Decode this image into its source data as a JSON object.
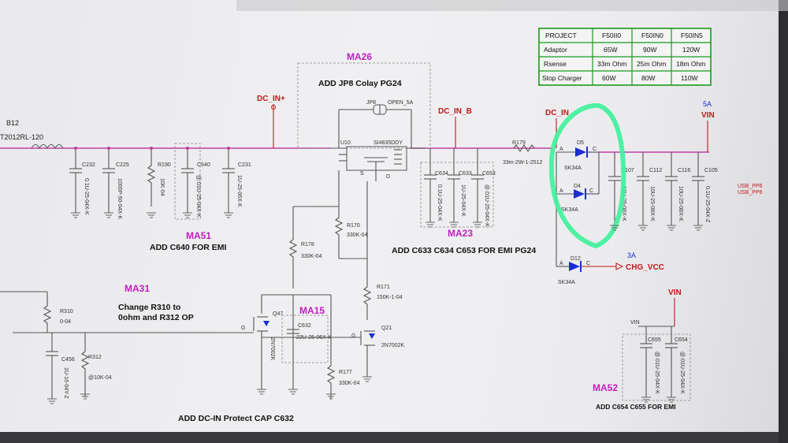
{
  "table": {
    "headers": [
      "PROJECT",
      "F50II0",
      "F50IN0",
      "F50IN5"
    ],
    "rows": [
      [
        "Adaptor",
        "65W",
        "90W",
        "120W"
      ],
      [
        "Rsense",
        "33m Ohm",
        "25m Ohm",
        "18m Ohm"
      ],
      [
        "Stop Charger",
        "60W",
        "80W",
        "110W"
      ]
    ]
  },
  "markers": {
    "ma26": "MA26",
    "ma51": "MA51",
    "ma23": "MA23",
    "ma31": "MA31",
    "ma15": "MA15",
    "ma52": "MA52"
  },
  "notes": {
    "jp8": "ADD JP8 Colay PG24",
    "c640": "ADD C640 FOR EMI",
    "c633": "ADD C633 C634 C653 FOR EMI PG24",
    "r310_line1": "Change R310 to",
    "r310_line2": "0ohm and R312 OP",
    "c632": "ADD DC-IN Protect CAP C632",
    "c654": "ADD C654 C655 FOR EMI"
  },
  "nets": {
    "dc_in_plus": "DC_IN+",
    "dc_in_b": "DC_IN_B",
    "dc_in": "DC_IN",
    "vin": "VIN",
    "vin_current": "5A",
    "chg_vcc": "CHG_VCC",
    "chg_current": "3A",
    "vin2": "VIN",
    "vin_small": "VIN",
    "usb_p6": "USB_PP6",
    "usb_p6b": "USB_PP6"
  },
  "parts": {
    "b12": "B12",
    "b12_val": "T2012RL-120",
    "c232": "C232",
    "c232_val": "0.1U-25-04X-K",
    "c225": "C225",
    "c225_val": "1000P-50-04X-K",
    "r190": "R190",
    "r190_val": "10K-04",
    "c640": "C640",
    "c640_val": "@.01U-25-04X-K",
    "c231": "C231",
    "c231_val": "1U-25-06X-K",
    "jp8": "JP8",
    "jp8_val": "OPEN_5A",
    "u10": "U10",
    "u10_val": "SI4835DDY",
    "c634": "C634",
    "c634_val": "0.1U-25-04X-K",
    "c633": "C633",
    "c633_val": "1U-25-04X-K",
    "c653": "C653",
    "c653_val": "@.01U-25-04X-K",
    "r179": "R179",
    "r179_val": "33m-2W-1-2512",
    "d5": "D5",
    "d5_val": "SK34A",
    "d4": "D4",
    "d4_val": "SK34A",
    "d12": "D12",
    "d12_val": "SK34A",
    "c107": "C107",
    "c107_val": "10U-25-08X-K",
    "c112": "C112",
    "c112_val": "10U-25-08X-K",
    "c116": "C116",
    "c116_val": "10U-25-08X-K",
    "c105": "C105",
    "c105_val": "0.1U-25-04X-Z",
    "r170": "R170",
    "r170_val": "330K-04",
    "r178": "R178",
    "r178_val": "330K-04",
    "r171": "R171",
    "r171_val": "150K-1-04",
    "q47": "Q47",
    "q47_val": "2N7002K",
    "q21": "Q21",
    "q21_val": "2N7002K",
    "c632": "C632",
    "c632_val": "22U-25-06X-K",
    "r177": "R177",
    "r177_val": "330K-04",
    "r310": "R310",
    "r310_val": "0-04",
    "c456": "C456",
    "c456_val": "1U-16-04Y-Z",
    "r312": "R312",
    "r312_val": "@10K-04",
    "c655": "C655",
    "c655_val": "@.01U-25-04X-K",
    "c654": "C654",
    "c654_val": "@.01U-25-04X-K",
    "pin_a": "A",
    "pin_c": "C",
    "pin_g": "G",
    "pin_d": "D",
    "pin_s": "S"
  },
  "colors": {
    "highlight": "#3df29a",
    "marker": "#c020c0",
    "net": "#c01818",
    "table_border": "#1c9a1c"
  }
}
